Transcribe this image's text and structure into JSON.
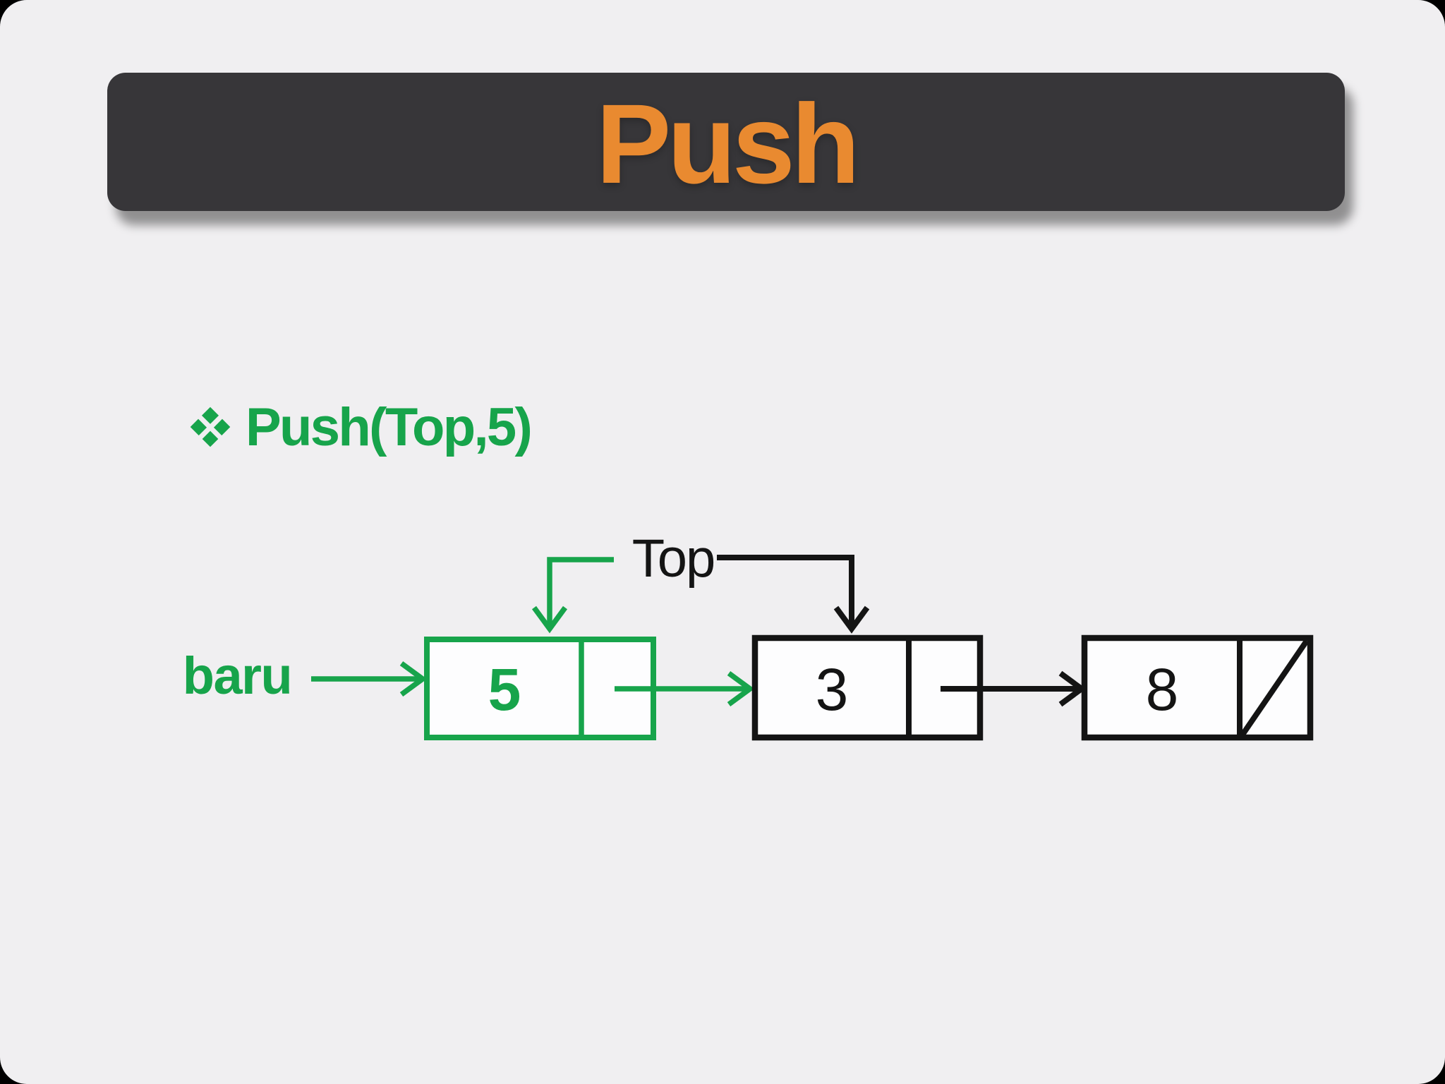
{
  "slide": {
    "title": "Push",
    "bullet_text": "Push(Top,5)",
    "diagram": {
      "top_label": "Top",
      "baru_label": "baru",
      "nodes": [
        {
          "value": "5",
          "highlight": "green",
          "role": "new-node"
        },
        {
          "value": "3",
          "highlight": "black",
          "role": "current-top-node"
        },
        {
          "value": "8",
          "highlight": "black",
          "role": "last-node",
          "null_pointer": true
        }
      ]
    },
    "colors": {
      "accent_green": "#17a44b",
      "accent_orange": "#e98a30",
      "title_bar_bg": "#373639",
      "slide_bg": "#f0eff1",
      "node_fill": "#fdfdfe",
      "line_black": "#141414"
    }
  }
}
